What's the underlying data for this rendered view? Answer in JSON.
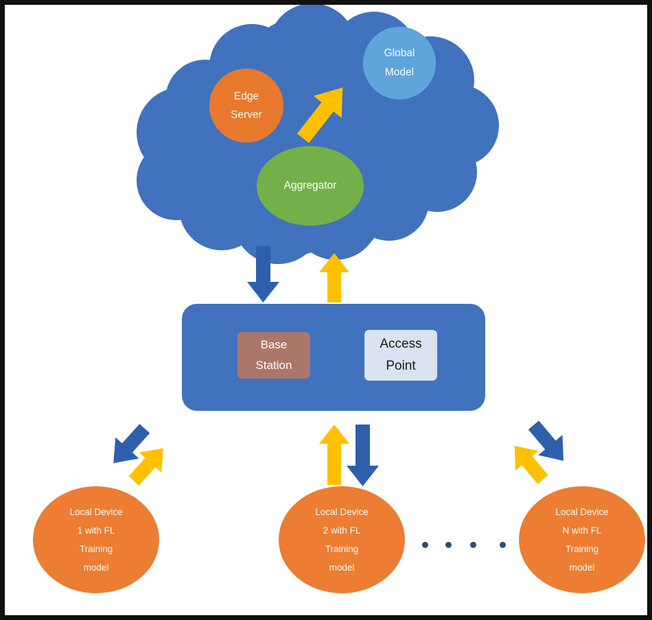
{
  "figure": {
    "kind": "federated-learning-architecture-diagram",
    "border_color": "#111111",
    "background": "#ffffff"
  },
  "palette": {
    "cloud_blue": "#4072be",
    "edge_orange": "#e8792c",
    "device_orange": "#ec7d32",
    "aggregator_green": "#74b04a",
    "global_model_blue": "#5ea5dc",
    "arrow_blue": "#2e5fad",
    "arrow_yellow": "#ffc000",
    "base_station_fill": "#b07050",
    "access_point_fill": "#dbe2f1",
    "dot_navy": "#2d4d72"
  },
  "cloud": {
    "name": "cloud",
    "nodes": {
      "edge_server": {
        "lines": [
          "Edge",
          "Server"
        ],
        "shape": "circle",
        "color": "#e8792c"
      },
      "global_model": {
        "lines": [
          "Global",
          "Model"
        ],
        "shape": "circle",
        "color": "#5ea5dc"
      },
      "aggregator": {
        "lines": [
          "Aggregator"
        ],
        "shape": "ellipse",
        "color": "#74b04a"
      }
    }
  },
  "network_box": {
    "name": "network-infrastructure",
    "base_station": {
      "lines": [
        "Base",
        "Station"
      ]
    },
    "access_point": {
      "lines": [
        "Access",
        "Point"
      ]
    }
  },
  "devices": [
    {
      "id": "device-1",
      "lines": [
        "Local Device",
        "1 with FL",
        "Training",
        "model"
      ]
    },
    {
      "id": "device-2",
      "lines": [
        "Local Device",
        "2 with FL",
        "Training",
        "model"
      ]
    },
    {
      "id": "device-n",
      "lines": [
        "Local Device",
        "N with FL",
        "Training",
        "model"
      ]
    }
  ],
  "ellipsis": {
    "name": "ellipsis-dots",
    "count": 4,
    "color": "#2d4d72"
  },
  "arrows": [
    {
      "name": "arrow-aggregator-to-global-model",
      "color": "#ffc000",
      "direction": "up-right",
      "location": "inside-cloud"
    },
    {
      "name": "arrow-cloud-down-to-network",
      "color": "#2e5fad",
      "direction": "down",
      "location": "cloud-to-network"
    },
    {
      "name": "arrow-network-up-to-cloud",
      "color": "#ffc000",
      "direction": "up",
      "location": "network-to-cloud"
    },
    {
      "name": "arrow-network-down-to-device-1",
      "color": "#2e5fad",
      "direction": "down-left",
      "location": "network-to-device-1"
    },
    {
      "name": "arrow-device-1-up-to-network",
      "color": "#ffc000",
      "direction": "up-right",
      "location": "device-1-to-network"
    },
    {
      "name": "arrow-device-2-up-to-network",
      "color": "#ffc000",
      "direction": "up",
      "location": "device-2-to-network"
    },
    {
      "name": "arrow-network-down-to-device-2",
      "color": "#2e5fad",
      "direction": "down",
      "location": "network-to-device-2"
    },
    {
      "name": "arrow-device-n-up-to-network",
      "color": "#ffc000",
      "direction": "up-left",
      "location": "device-n-to-network"
    },
    {
      "name": "arrow-network-down-to-device-n",
      "color": "#2e5fad",
      "direction": "down-right",
      "location": "network-to-device-n"
    }
  ]
}
